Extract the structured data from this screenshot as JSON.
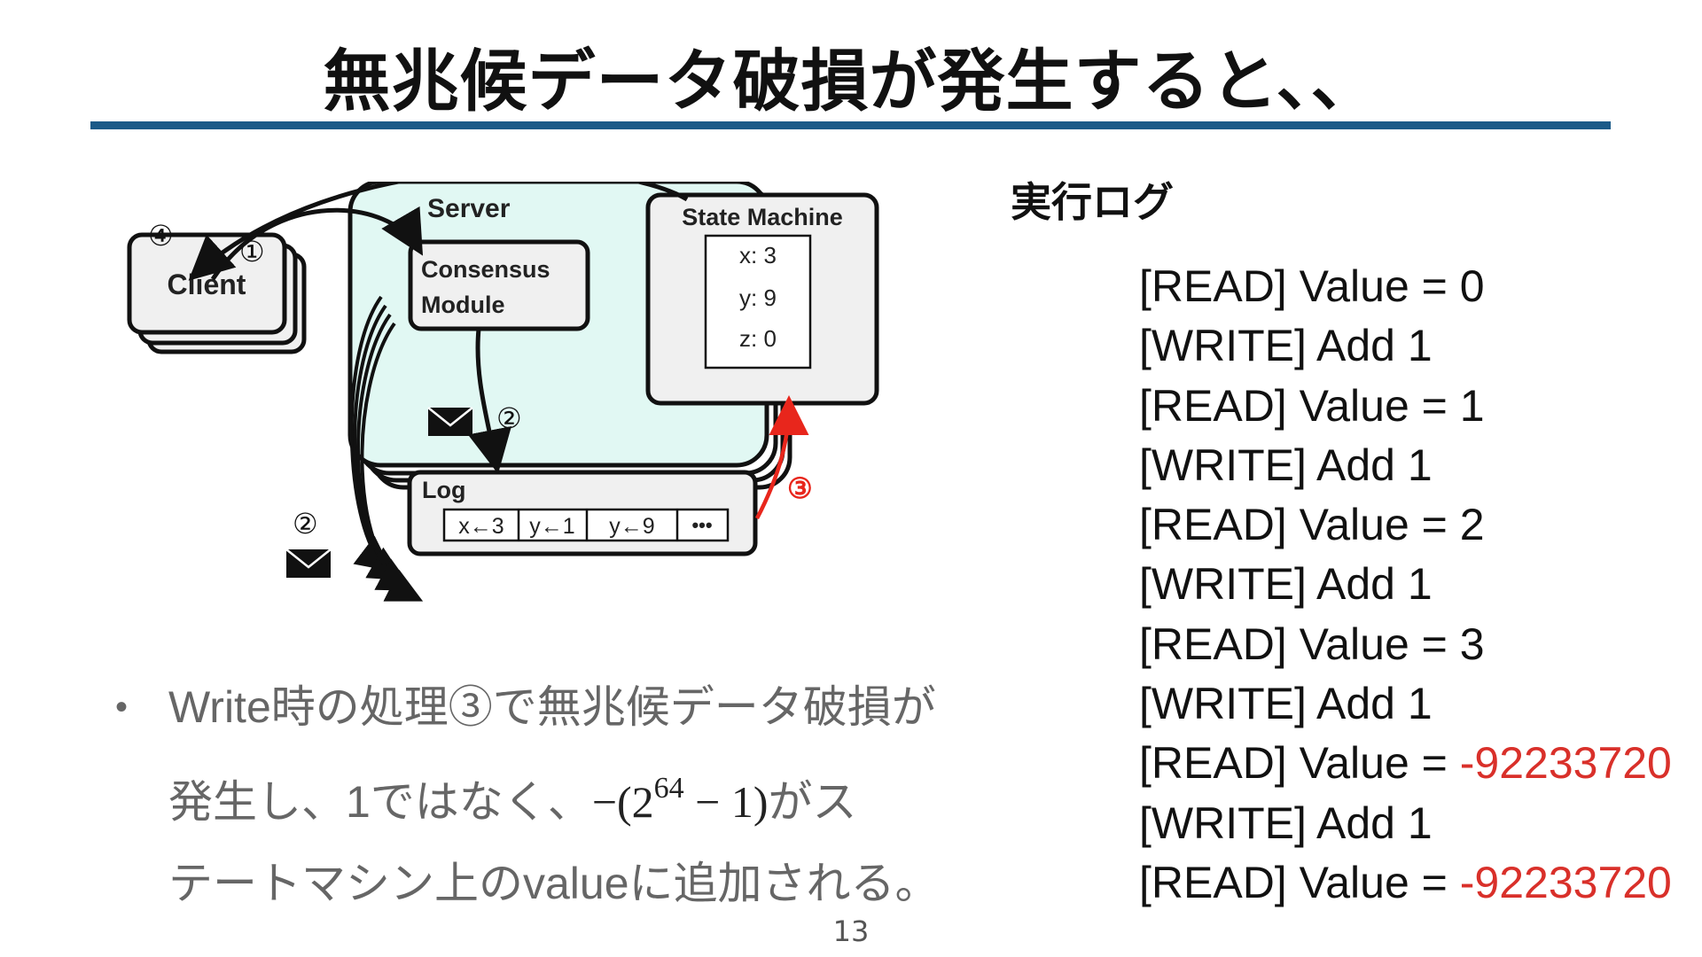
{
  "slide": {
    "title": "無兆候データ破損が発生すると、、",
    "page_number": "13"
  },
  "diagram": {
    "client_label": "Client",
    "server_label": "Server",
    "consensus_label_line1": "Consensus",
    "consensus_label_line2": "Module",
    "state_machine_label": "State Machine",
    "state_values": [
      "x: 3",
      "y: 9",
      "z: 0"
    ],
    "log_label": "Log",
    "log_entries": [
      "x←3",
      "y←1",
      "y←9",
      "•••"
    ],
    "step_1": "①",
    "step_2a": "②",
    "step_2b": "②",
    "step_3": "③",
    "step_4": "④",
    "colors": {
      "server_fill": "#e1f8f3",
      "box_fill": "#f0f0f0",
      "step3_red": "#e8261c"
    }
  },
  "log_panel": {
    "heading": "実行ログ",
    "lines": [
      {
        "prefix": "[READ] Value = ",
        "value": "0"
      },
      {
        "prefix": "[WRITE] Add ",
        "value": "1"
      },
      {
        "prefix": "[READ] Value = ",
        "value": "1"
      },
      {
        "prefix": "[WRITE] Add ",
        "value": "1"
      },
      {
        "prefix": "[READ] Value = ",
        "value": "2"
      },
      {
        "prefix": "[WRITE] Add ",
        "value": "1"
      },
      {
        "prefix": "[READ] Value = ",
        "value": "3"
      },
      {
        "prefix": "[WRITE] Add ",
        "value": "1"
      },
      {
        "prefix": "[READ] Value = ",
        "value": "-92233720",
        "negative": true
      },
      {
        "prefix": "[WRITE] Add ",
        "value": "1"
      },
      {
        "prefix": "[READ] Value = ",
        "value": "-92233720",
        "negative": true
      }
    ],
    "negative_color": "#d9302a"
  },
  "bullet": {
    "line1": "Write時の処理③で無兆候データ破損が",
    "line2_a": "発生し、1ではなく、",
    "line2_math_a": "−(2",
    "line2_math_exp": "64",
    "line2_math_b": " − 1)",
    "line2_b": "がス",
    "line3": "テートマシン上のvalueに追加される。"
  }
}
